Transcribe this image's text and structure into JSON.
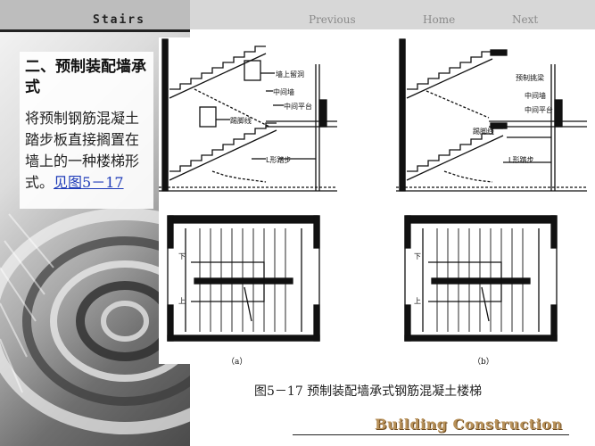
{
  "header": {
    "section_tag": "Stairs",
    "nav": {
      "previous": "Previous",
      "home": "Home",
      "next": "Next"
    }
  },
  "content": {
    "heading": "二、预制装配墙承式",
    "body": "将预制钢筋混凝土踏步板直接搁置在墙上的一种楼梯形式。",
    "link_text": "见图5－17"
  },
  "figure": {
    "labels_a": {
      "hole": "墙上留洞",
      "mid_wall": "中间墙",
      "landing": "中间平台",
      "kick": "踢脚线",
      "l_step": "L形踏步",
      "up": "上",
      "down": "下",
      "letter": "（a）"
    },
    "labels_b": {
      "beam": "预制挑梁",
      "mid_wall": "中间墙",
      "landing": "中间平台",
      "kick": "踢脚线",
      "l_step": "L形踏步",
      "up": "上",
      "down": "下",
      "letter": "（b）"
    },
    "caption": "图5－17  预制装配墙承式钢筋混凝土楼梯"
  },
  "footer": {
    "brand": "Building Construction"
  },
  "colors": {
    "link": "#1e3bb8",
    "brand": "#b9925a",
    "nav": "#8a8a8a"
  }
}
